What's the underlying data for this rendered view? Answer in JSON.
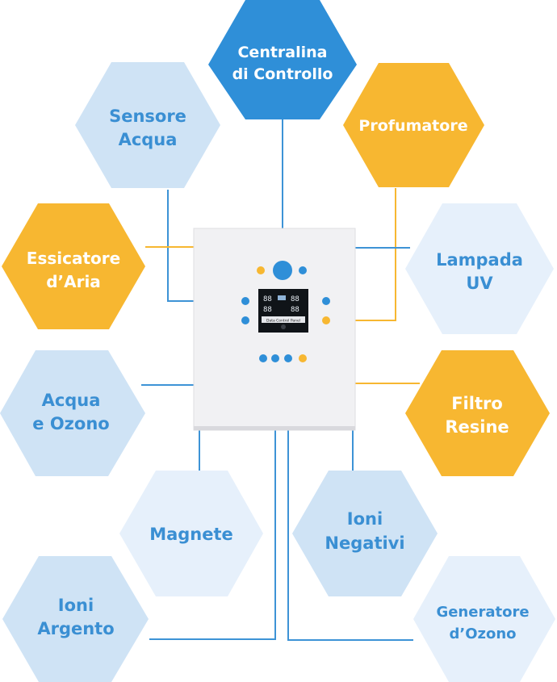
{
  "colors": {
    "dark_blue": "#2f8fd8",
    "light_blue": "#cfe3f5",
    "pale_blue": "#e6f0fb",
    "yellow": "#f7b731",
    "line_blue": "#3d93d6",
    "line_yellow": "#f7b731",
    "label_blue": "#3a8fd3",
    "label_white": "#ffffff"
  },
  "hexagons": {
    "centralina": {
      "line1": "Centralina",
      "line2": "di Controllo"
    },
    "sensore": {
      "line1": "Sensore",
      "line2": "Acqua"
    },
    "profumatore": {
      "line1": "Profumatore"
    },
    "essicatore": {
      "line1": "Essicatore",
      "line2": "d’Aria"
    },
    "lampada": {
      "line1": "Lampada",
      "line2": "UV"
    },
    "acqua_ozono": {
      "line1": "Acqua",
      "line2": "e Ozono"
    },
    "filtro": {
      "line1": "Filtro",
      "line2": "Resine"
    },
    "magnete": {
      "line1": "Magnete"
    },
    "ioni_negativi": {
      "line1": "Ioni",
      "line2": "Negativi"
    },
    "ioni_argento": {
      "line1": "Ioni",
      "line2": "Argento"
    },
    "generatore": {
      "line1": "Generatore",
      "line2": "d’Ozono"
    }
  },
  "panel": {
    "lcd_left": "88",
    "lcd_right": "88",
    "lcd_left2": "88",
    "lcd_right2": "88",
    "brand": "Data Control Panel"
  }
}
